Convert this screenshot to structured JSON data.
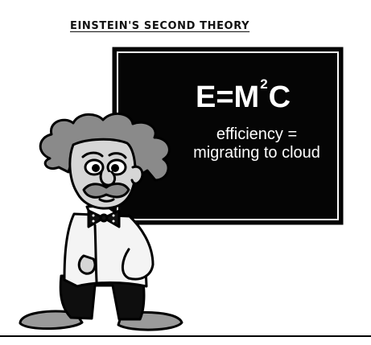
{
  "caption": "EINSTEIN'S SECOND THEORY",
  "board": {
    "equation_lhs": "E=M",
    "equation_exponent": "2",
    "equation_rhs": "C",
    "line1": "efficiency =",
    "line2": "migrating to cloud"
  },
  "colors": {
    "board": "#050505",
    "board_frame": "#ffffff",
    "hair": "#8a8a8a",
    "skin": "#d6d6d6",
    "coat": "#f4f4f4",
    "pants": "#0e0e0e",
    "shoes": "#9a9a9a",
    "ink": "#000000"
  },
  "icons": [
    "einstein-character-illustration",
    "chalkboard",
    "bow-tie"
  ]
}
